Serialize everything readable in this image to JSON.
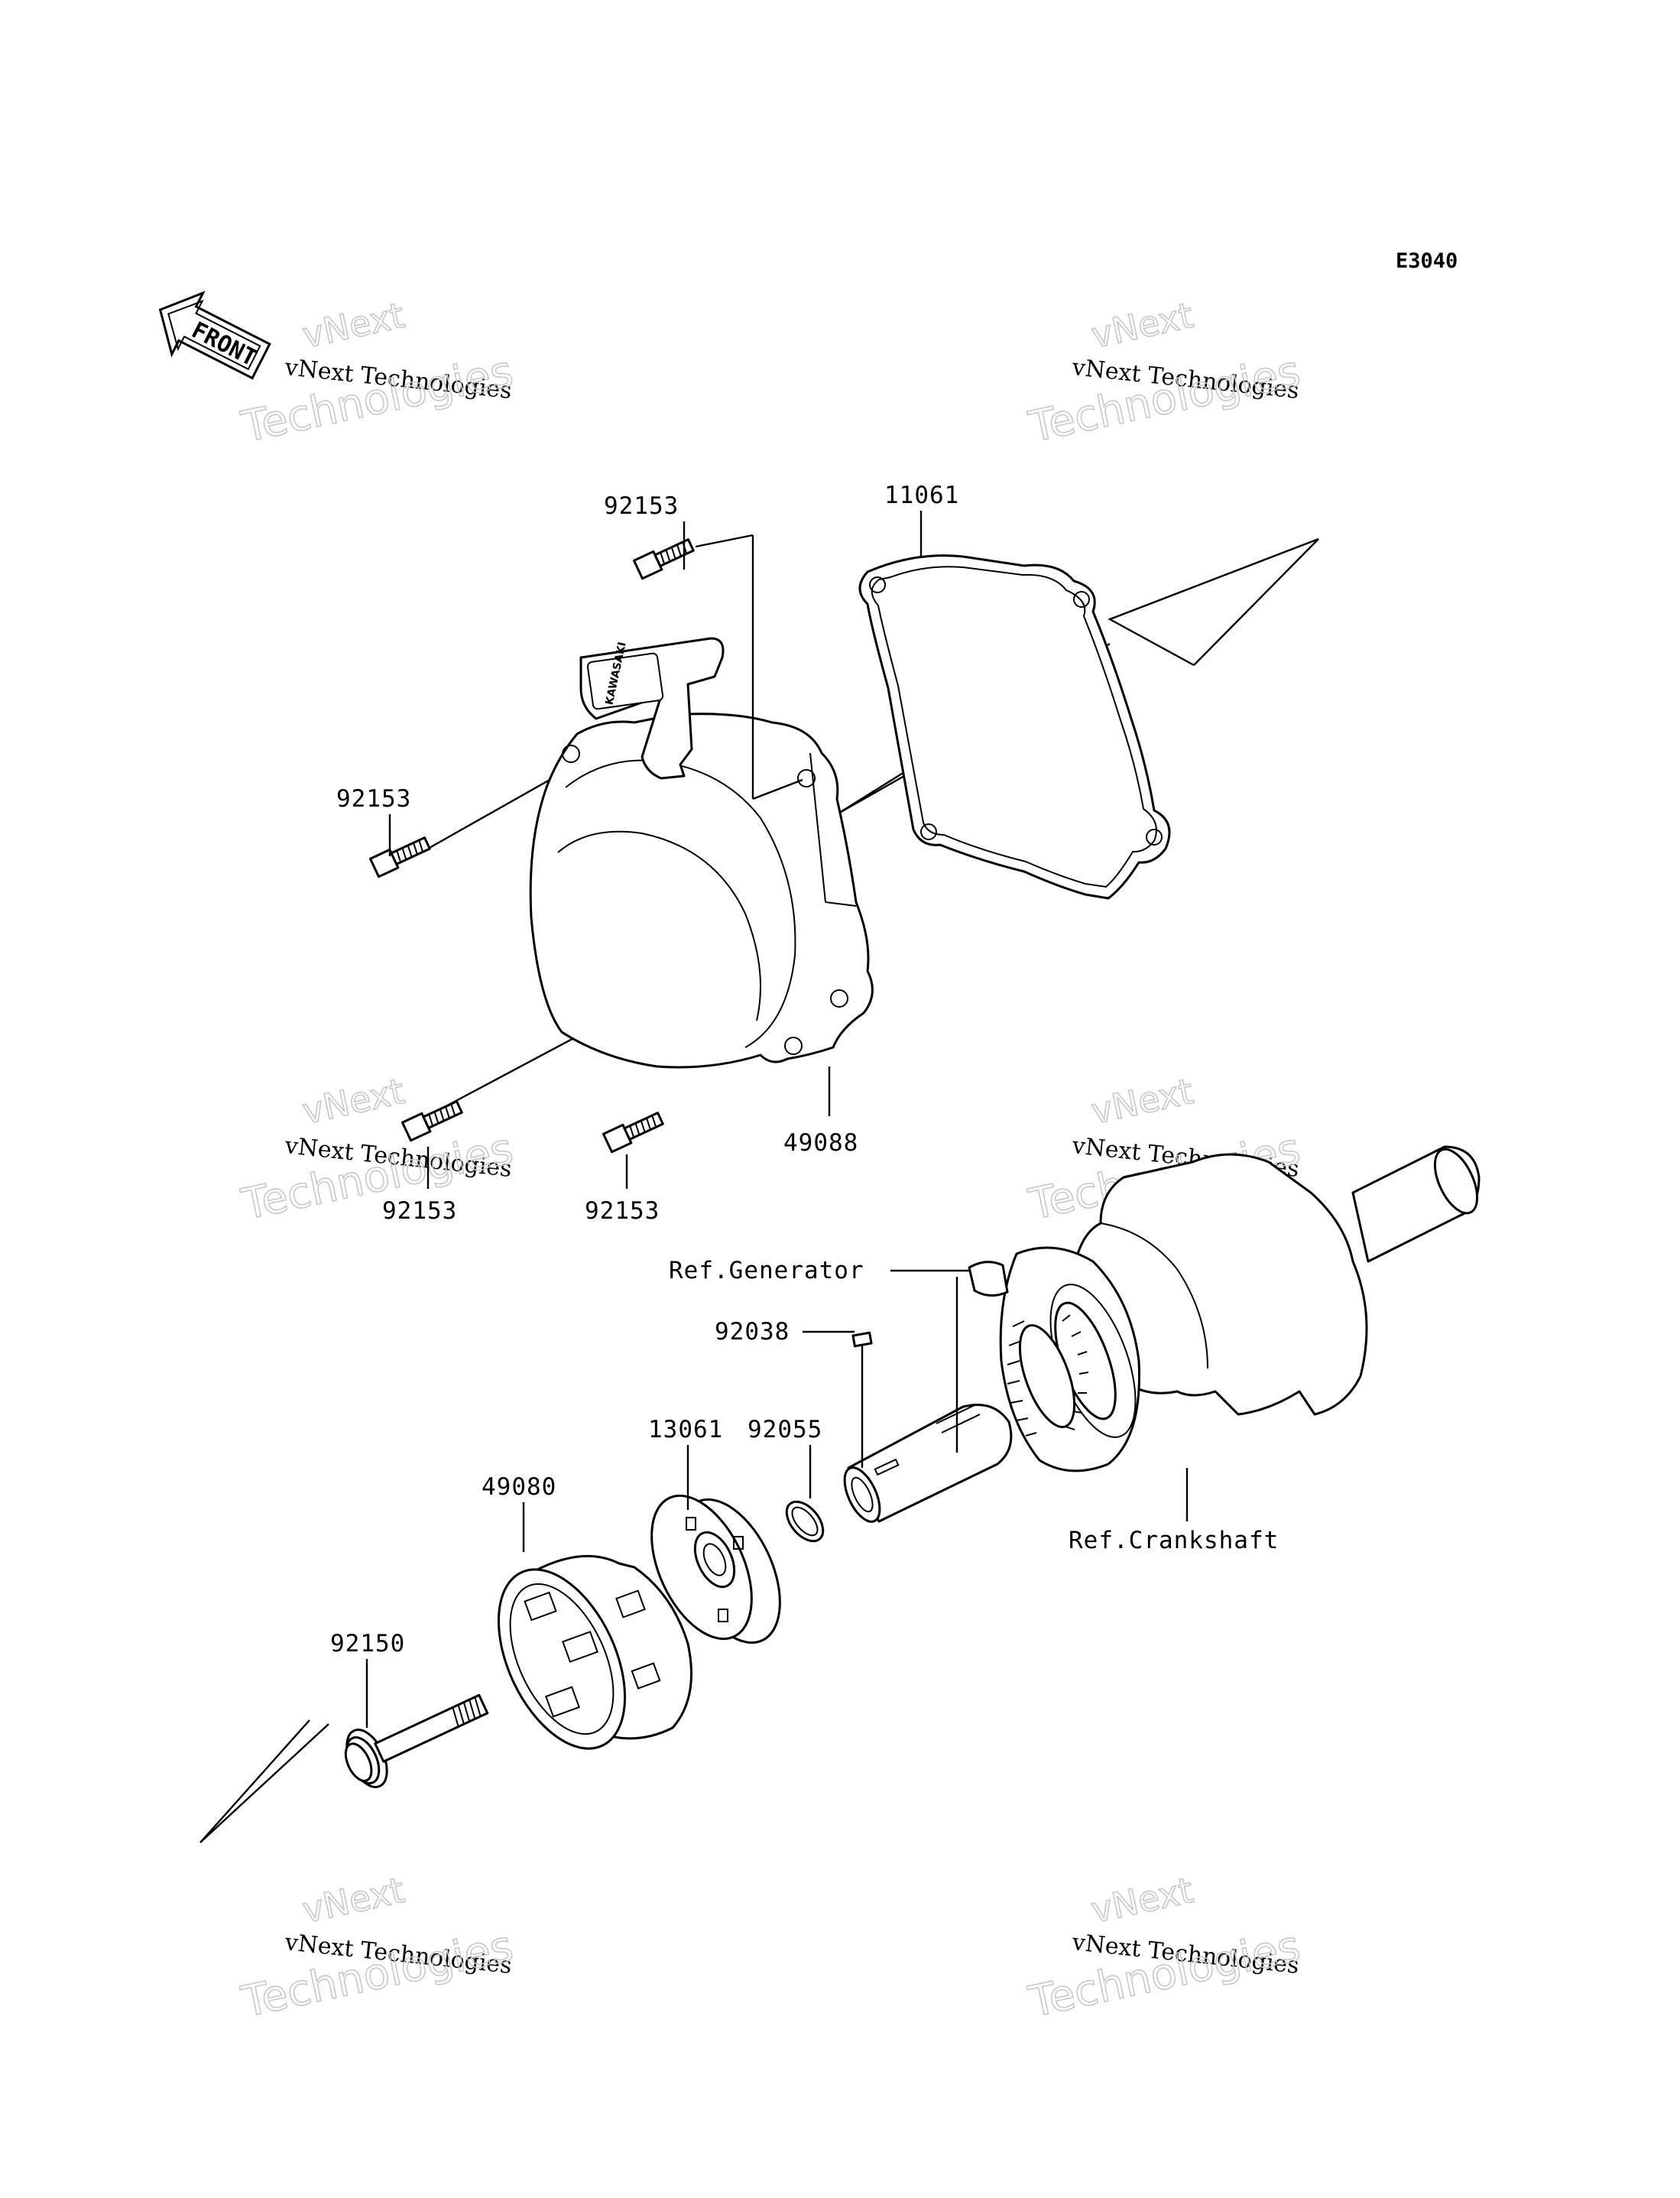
{
  "diagram_code": "E3040",
  "front_label": "FRONT",
  "watermark": {
    "brand": "vNext",
    "company": "vNext Technologies",
    "word": "Technologies"
  },
  "cover_brand": "KAWASAKI",
  "parts": {
    "bolt_top": "92153",
    "gasket": "11061",
    "bolt_left": "92153",
    "bolt_bottom_left": "92153",
    "bolt_bottom_mid": "92153",
    "cover": "49088",
    "ref_generator": "Ref.Generator",
    "key": "92038",
    "oring": "92055",
    "pulley": "13061",
    "cup": "49080",
    "bolt_flange": "92150",
    "ref_crankshaft": "Ref.Crankshaft"
  }
}
